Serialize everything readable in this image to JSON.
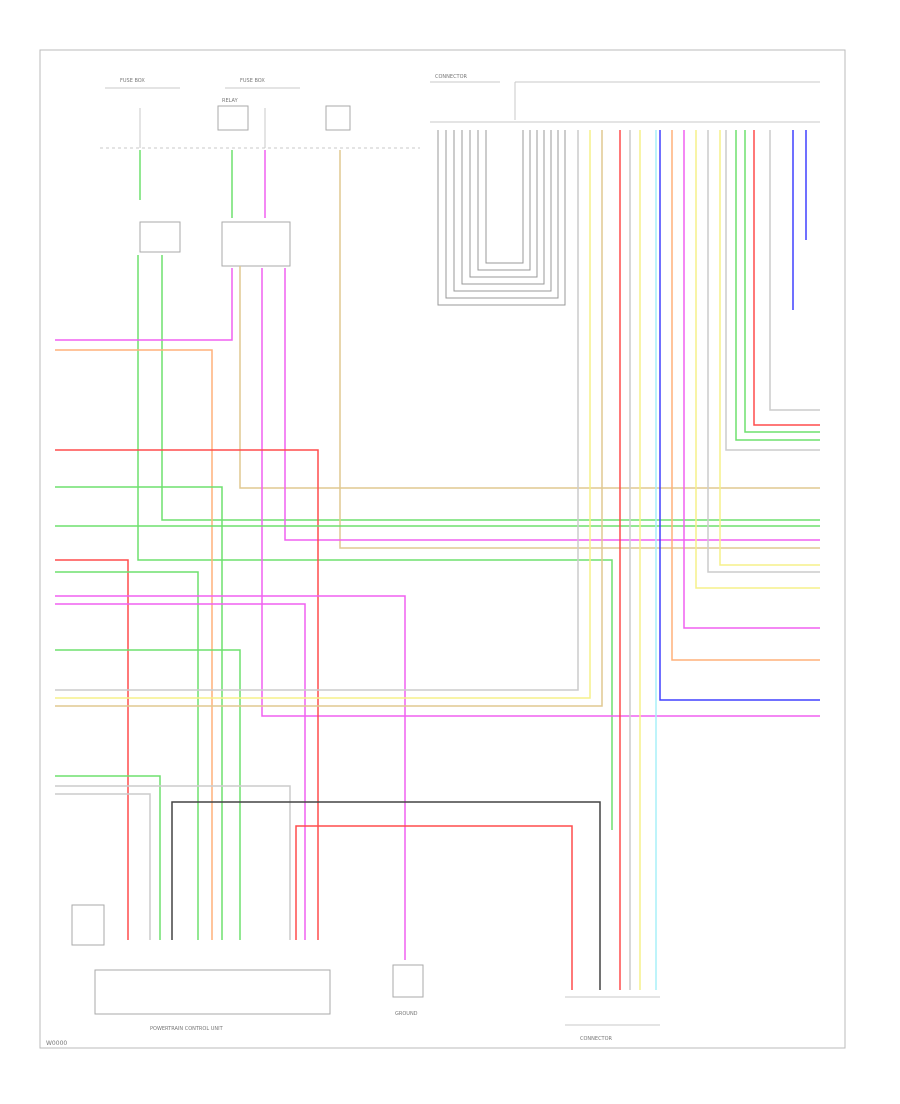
{
  "diagram": {
    "footer_code": "W0000",
    "colors": {
      "pink": "#ff6b96",
      "red": "#ff4d4d",
      "green": "#6ee06e",
      "orange": "#ffb07a",
      "yellow": "#f5f08a",
      "violet": "#f060f0",
      "tan": "#e0c890",
      "blue": "#4040ff",
      "cyan": "#a8f0f8",
      "gray": "#c8c8c8",
      "black": "#444444"
    },
    "components": {
      "top_left_fuse": "FUSE BOX",
      "top_mid_fuse": "FUSE BOX",
      "relay_label": "RELAY",
      "connector_label": "CONNECTOR",
      "module_main": "POWERTRAIN CONTROL UNIT",
      "ground_unit": "GROUND",
      "sub_connector": "CONNECTOR"
    }
  }
}
